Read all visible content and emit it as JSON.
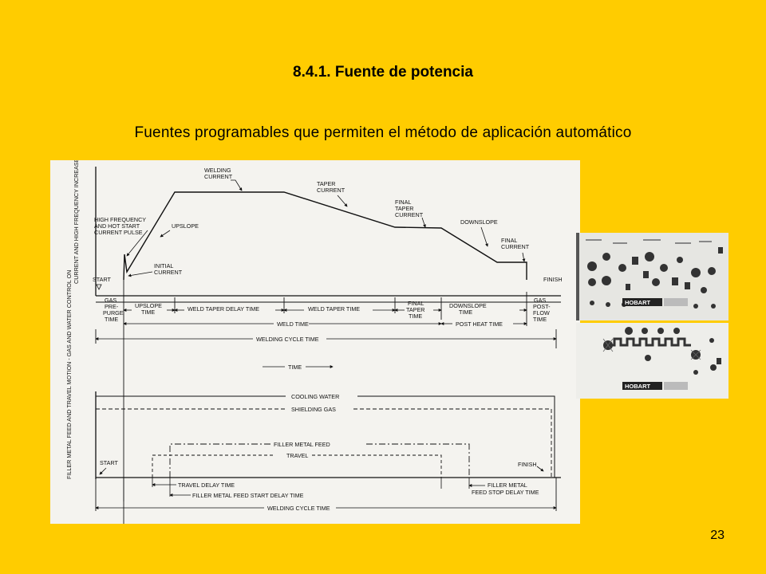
{
  "slide": {
    "title": "8.4.1. Fuente de potencia",
    "subtitle": "Fuentes programables que permiten el método de aplicación automático",
    "page_number": "23"
  },
  "diagram": {
    "y_axis_top": "CURRENT AND HIGH FREQUENCY INCREASE",
    "y_axis_bottom": "FILLER METAL FEED AND TRAVEL MOTION - GAS AND WATER CONTROL ON",
    "labels": {
      "welding_current_1": "WELDING",
      "welding_current_2": "CURRENT",
      "taper_current_1": "TAPER",
      "taper_current_2": "CURRENT",
      "final_taper_1": "FINAL",
      "final_taper_2": "TAPER",
      "final_taper_3": "CURRENT",
      "downslope": "DOWNSLOPE",
      "final_current_1": "FINAL",
      "final_current_2": "CURRENT",
      "high_freq_1": "HIGH FREQUENCY",
      "high_freq_2": "AND HOT START",
      "high_freq_3": "CURRENT PULSE",
      "upslope": "UPSLOPE",
      "initial_current_1": "INITIAL",
      "initial_current_2": "CURRENT",
      "start": "START",
      "finish": "FINISH"
    },
    "timeline": {
      "gas_prepurge_1": "GAS",
      "gas_prepurge_2": "PRE-",
      "gas_prepurge_3": "PURGE",
      "gas_prepurge_4": "TIME",
      "upslope_time_1": "UPSLOPE",
      "upslope_time_2": "TIME",
      "weld_taper_delay_time": "WELD TAPER DELAY TIME",
      "weld_taper_time": "WELD TAPER TIME",
      "final_taper_time_1": "FINAL",
      "final_taper_time_2": "TAPER",
      "final_taper_time_3": "TIME",
      "downslope_time_1": "DOWNSLOPE",
      "downslope_time_2": "TIME",
      "gas_postflow_1": "GAS",
      "gas_postflow_2": "POST-",
      "gas_postflow_3": "FLOW",
      "gas_postflow_4": "TIME",
      "weld_time": "WELD TIME",
      "post_heat_time": "POST HEAT TIME",
      "welding_cycle_time": "WELDING CYCLE TIME",
      "time": "TIME"
    },
    "lower": {
      "cooling_water": "COOLING WATER",
      "shielding_gas": "SHIELDING GAS",
      "filler_metal_feed": "FILLER METAL FEED",
      "travel": "TRAVEL",
      "start": "START",
      "finish": "FINISH",
      "travel_delay_time": "TRAVEL DELAY TIME",
      "filler_start_delay": "FILLER METAL FEED START DELAY TIME",
      "filler_stop_delay_1": "FILLER METAL",
      "filler_stop_delay_2": "FEED STOP DELAY TIME",
      "welding_cycle_time": "WELDING CYCLE TIME"
    }
  },
  "photos": {
    "brand_top": "HOBART",
    "brand_bottom": "HOBART"
  }
}
